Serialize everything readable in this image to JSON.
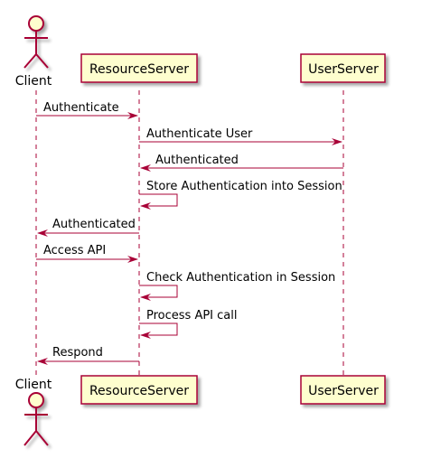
{
  "participants": {
    "client": {
      "name": "Client"
    },
    "resource": {
      "name": "ResourceServer"
    },
    "user": {
      "name": "UserServer"
    }
  },
  "messages": [
    {
      "from": "client",
      "to": "resource",
      "label": "Authenticate"
    },
    {
      "from": "resource",
      "to": "user",
      "label": "Authenticate User"
    },
    {
      "from": "user",
      "to": "resource",
      "label": "Authenticated"
    },
    {
      "from": "resource",
      "to": "resource",
      "label": "Store Authentication into Session"
    },
    {
      "from": "resource",
      "to": "client",
      "label": "Authenticated"
    },
    {
      "from": "client",
      "to": "resource",
      "label": "Access API"
    },
    {
      "from": "resource",
      "to": "resource",
      "label": "Check Authentication in Session"
    },
    {
      "from": "resource",
      "to": "resource",
      "label": "Process API call"
    },
    {
      "from": "resource",
      "to": "client",
      "label": "Respond"
    }
  ],
  "colors": {
    "line": "#A80036",
    "box_fill": "#FEFECE",
    "shadow": "#C9C9C9",
    "text": "#000000"
  }
}
